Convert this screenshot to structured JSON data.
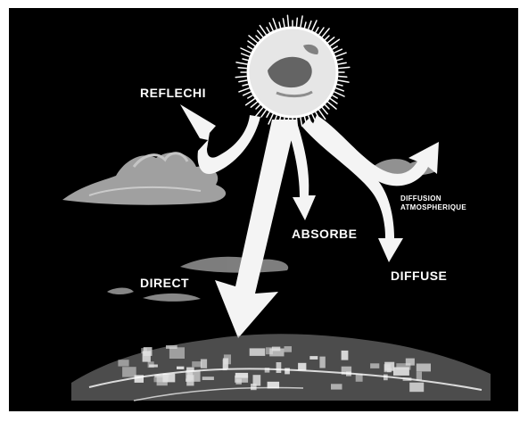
{
  "labels": {
    "reflechi": "REFLECHI",
    "absorbe": "ABSORBE",
    "diffuse": "DIFFUSE",
    "direct": "DIRECT",
    "diffusion_line1": "DIFFUSION",
    "diffusion_line2": "ATMOSPHERIQUE"
  },
  "colors": {
    "background": "#000000",
    "arrows": "#ffffff",
    "frame": "#ffffff"
  },
  "elements": {
    "sun": "sun-icon",
    "clouds": "cloud-icon",
    "city": "city-illustration"
  }
}
